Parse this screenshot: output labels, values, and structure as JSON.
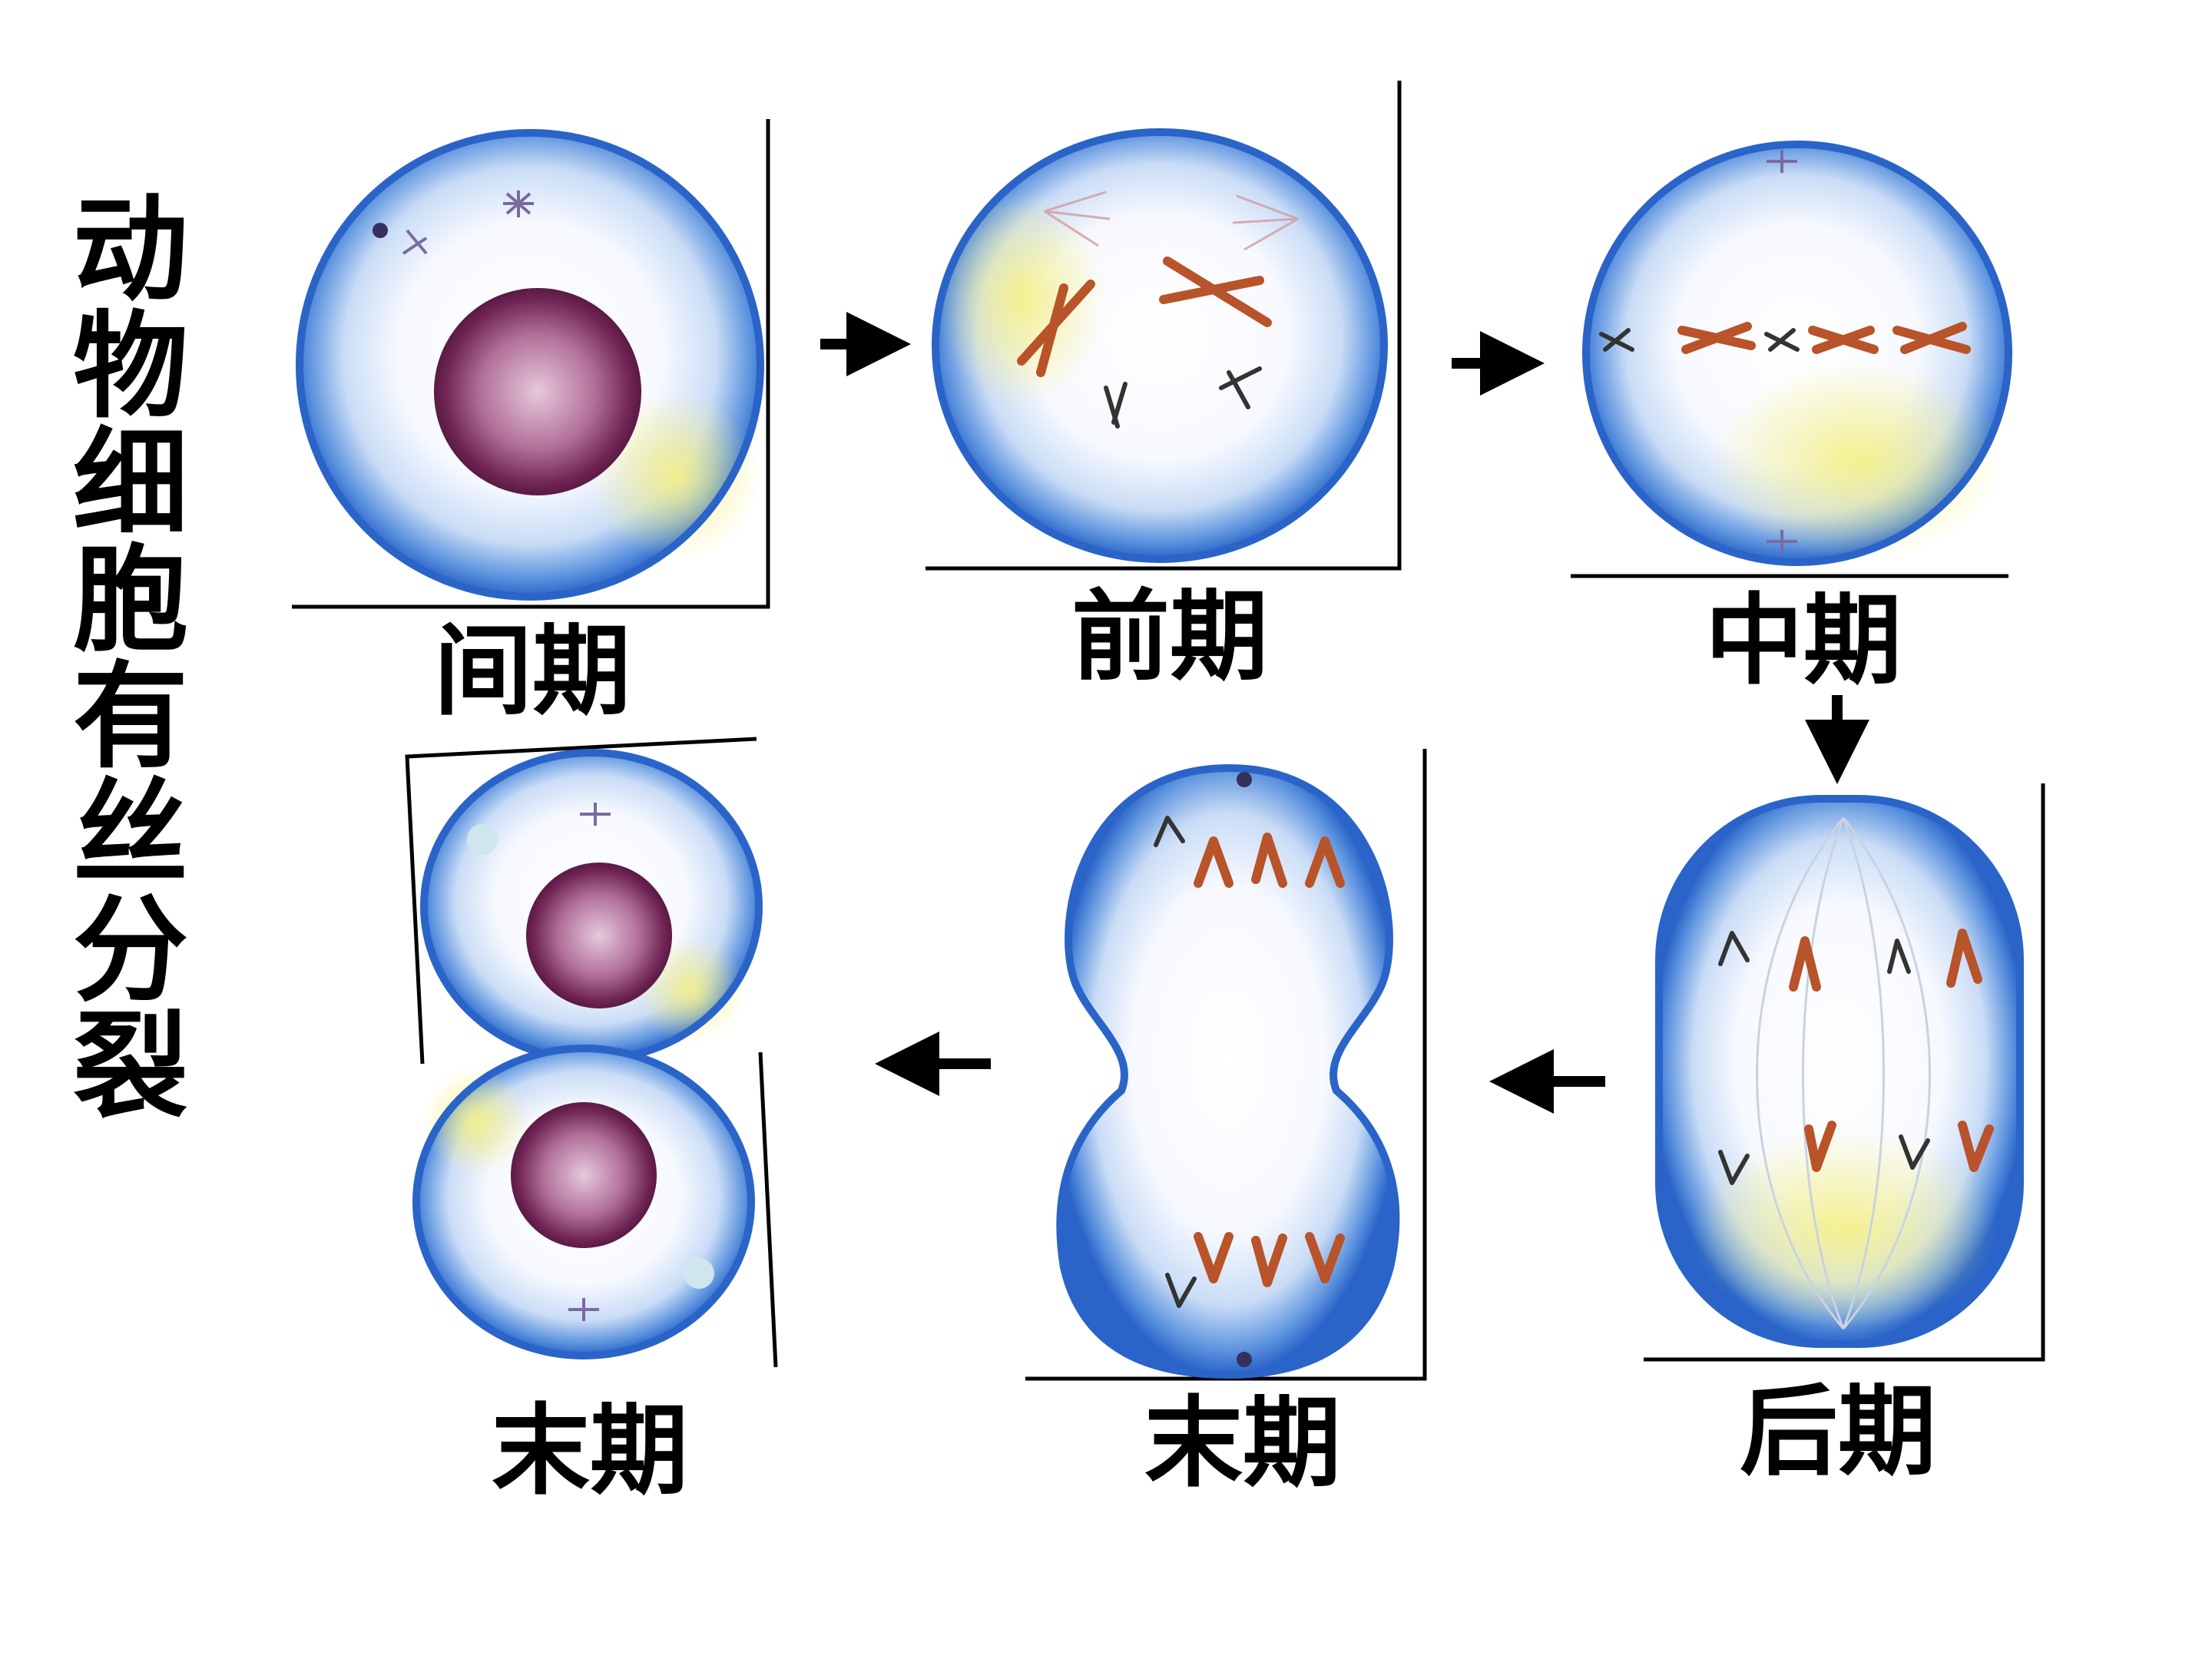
{
  "title": "动物细胞有丝分裂",
  "stages": [
    {
      "label": "间期"
    },
    {
      "label": "前期"
    },
    {
      "label": "中期"
    },
    {
      "label": "后期"
    },
    {
      "label": "末期"
    },
    {
      "label": "末期"
    }
  ],
  "colors": {
    "membrane": "#2f6fd0",
    "cytoplasm_glow": "#f2ef9a",
    "nucleus": "#7a2a5c",
    "chromosome": "#b8532a",
    "arrow": "#000000"
  }
}
